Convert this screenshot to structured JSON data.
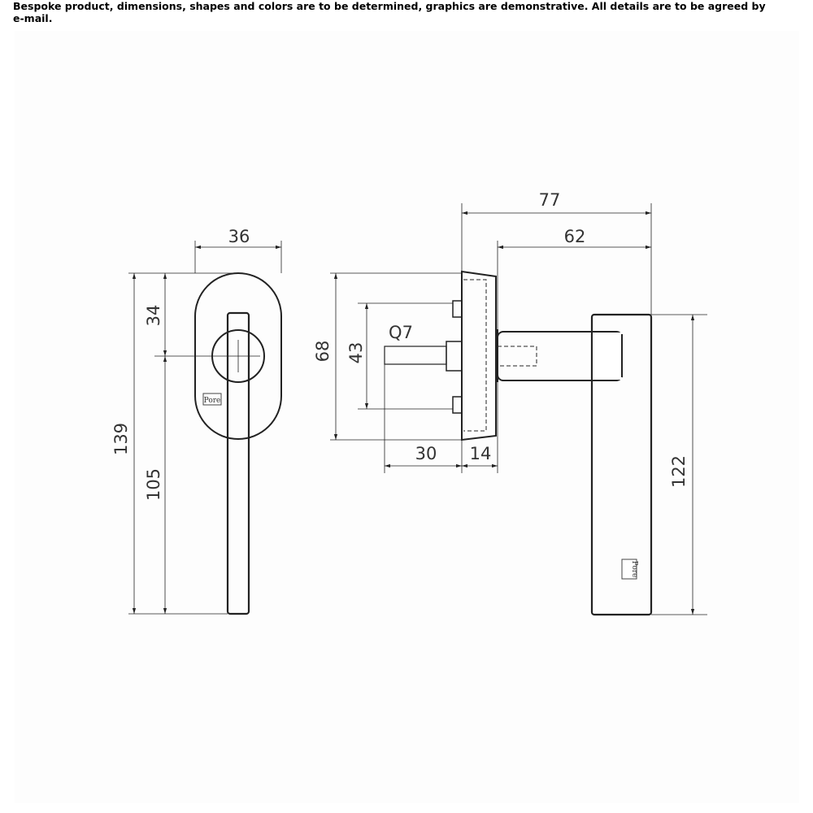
{
  "note": "Bespoke product, dimensions, shapes and colors are to be determined, graphics are demonstrative. All details are to be agreed by e-mail.",
  "dimensions": {
    "front_width": "36",
    "front_upper": "34",
    "front_total": "139",
    "front_lower": "105",
    "side_total": "77",
    "side_lever": "62",
    "rose_height": "68",
    "screw_spacing": "43",
    "spindle": "Q7",
    "spindle_length": "30",
    "rose_depth": "14",
    "lever_height": "122"
  },
  "logo_text": "Pore"
}
